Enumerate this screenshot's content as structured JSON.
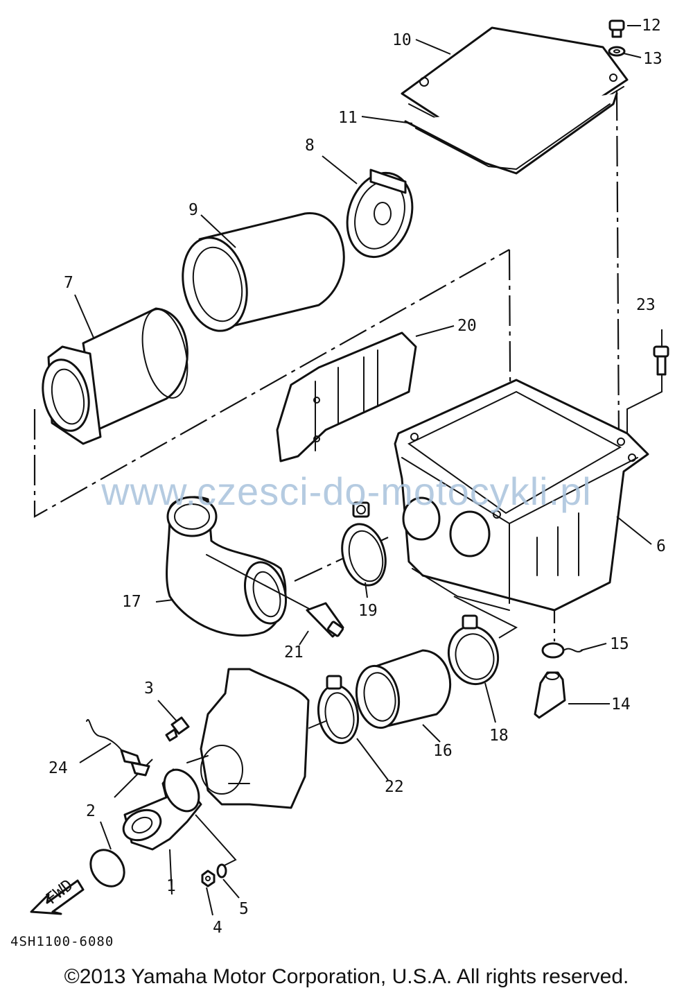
{
  "diagram": {
    "callouts": [
      "1",
      "2",
      "3",
      "4",
      "5",
      "6",
      "7",
      "8",
      "9",
      "10",
      "11",
      "12",
      "13",
      "14",
      "15",
      "16",
      "17",
      "18",
      "19",
      "20",
      "21",
      "22",
      "23",
      "24"
    ],
    "fwd_label": "FWD",
    "part_code": "4SH1100-6080"
  },
  "watermark": "www.czesci-do-motocykli.pl",
  "copyright": "©2013 Yamaha Motor Corporation, U.S.A. All rights reserved.",
  "colors": {
    "line": "#111111",
    "watermark": "#a9c3dc",
    "background": "#ffffff"
  }
}
